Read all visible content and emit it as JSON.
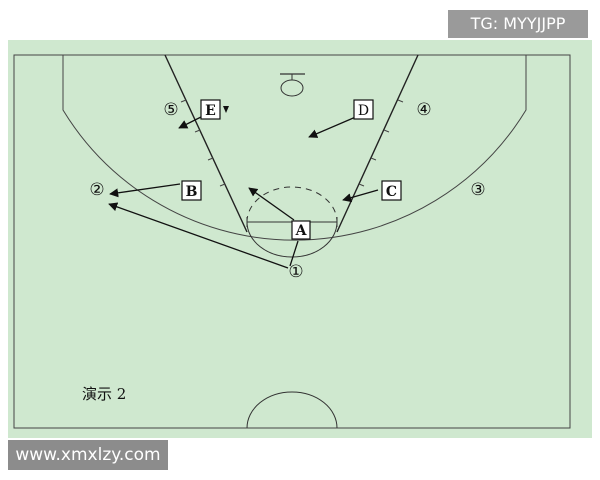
{
  "corner_tag": "TG: MYYJJPP",
  "watermark": "www.xmxlzy.com",
  "demo_label": "演示 2",
  "players": {
    "offense": [
      "①",
      "②",
      "③",
      "④",
      "⑤"
    ],
    "defense": [
      "A",
      "B",
      "C",
      "D",
      "E"
    ]
  },
  "colors": {
    "court": "#cfe8cf",
    "lines": "#333333",
    "arrows": "#111111"
  }
}
